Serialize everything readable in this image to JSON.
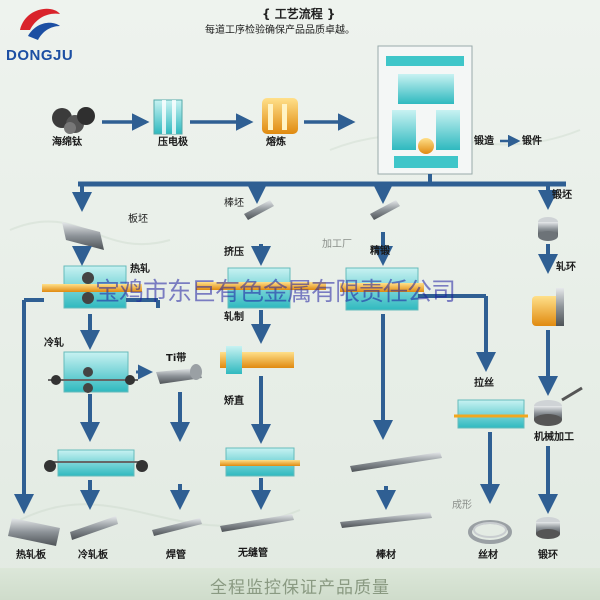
{
  "brand": {
    "name": "DONGJU"
  },
  "header": {
    "title": "{ 工艺流程 }",
    "subtitle": "每道工序检验确保产品品质卓越。"
  },
  "steps": {
    "sponge": "海绵钛",
    "press": "压电极",
    "melt": "熔炼",
    "forge": "锻造",
    "forging": "锻件",
    "slab": "板坯",
    "bar": "棒坯",
    "ring_blank": "锻坯",
    "hot_roll": "热轧",
    "extrude": "挤压",
    "precision_forge": "精锻",
    "roll_ring": "轧环",
    "cold_roll": "冷轧",
    "ti_strip": "Ti带",
    "rolling": "轧制",
    "straighten": "矫直",
    "wire_draw": "拉丝",
    "machining": "机械加工",
    "hot_plate": "热轧板",
    "cold_plate": "冷轧板",
    "welded_pipe": "焊管",
    "seamless_pipe": "无缝管",
    "bar_stock": "棒材",
    "wire": "丝材",
    "forged_ring": "锻环",
    "faint_1": "加工厂",
    "faint_2": "成形"
  },
  "watermark": "宝鸡市东巨有色金属有限责任公司",
  "footer": "全程监控保证产品质量",
  "colors": {
    "arrow": "#2f5f93",
    "cyan": "#3fc6c9",
    "gold": "#f2a81f",
    "steel": "#8f959a",
    "brand": "#1c4fa3"
  }
}
